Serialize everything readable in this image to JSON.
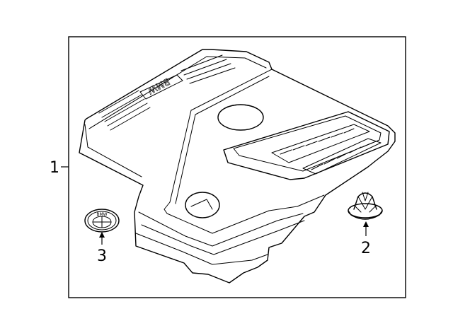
{
  "diagram": {
    "callouts": [
      {
        "id": "1",
        "text": "1"
      },
      {
        "id": "2",
        "text": "2"
      },
      {
        "id": "3",
        "text": "3"
      }
    ],
    "cover_lettering": "BMW",
    "emblem_lettering": "BMW"
  },
  "colors": {
    "line": "#000000",
    "background": "#ffffff"
  }
}
